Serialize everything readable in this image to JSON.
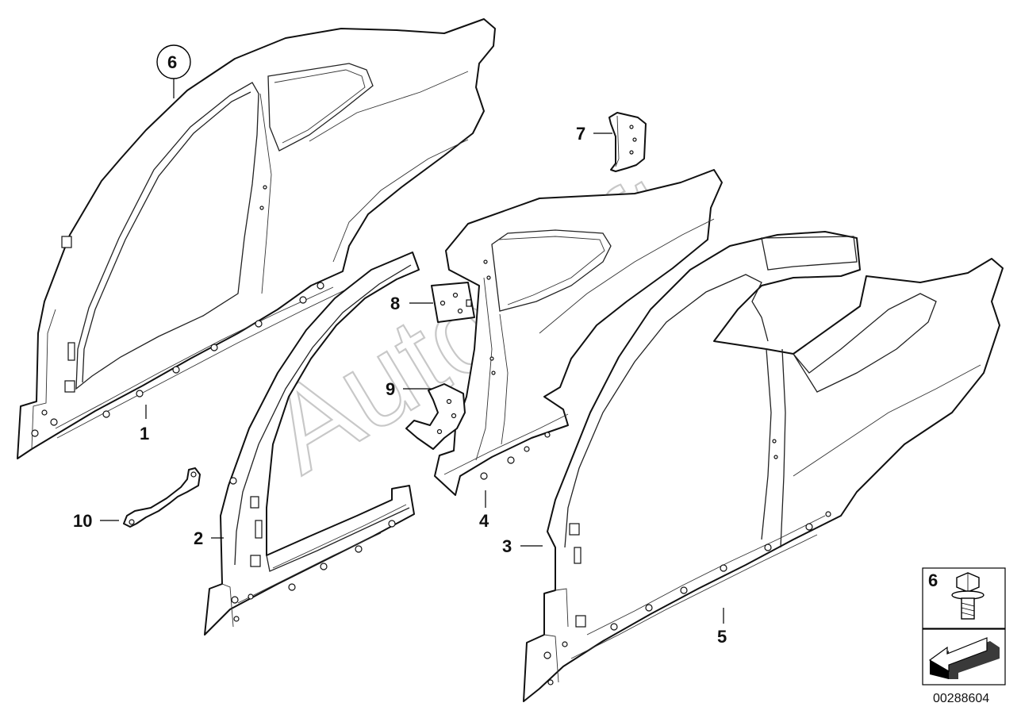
{
  "watermark": "AutoSoft",
  "document_number": "00288604",
  "callouts": {
    "c1": "1",
    "c2": "2",
    "c3": "3",
    "c4": "4",
    "c5": "5",
    "c6": "6",
    "c7": "7",
    "c8": "8",
    "c9": "9",
    "c10": "10"
  },
  "legend_box": {
    "item_number": "6",
    "item_icon": "flange-bolt-icon",
    "nav_icon": "arrow-back-icon"
  }
}
